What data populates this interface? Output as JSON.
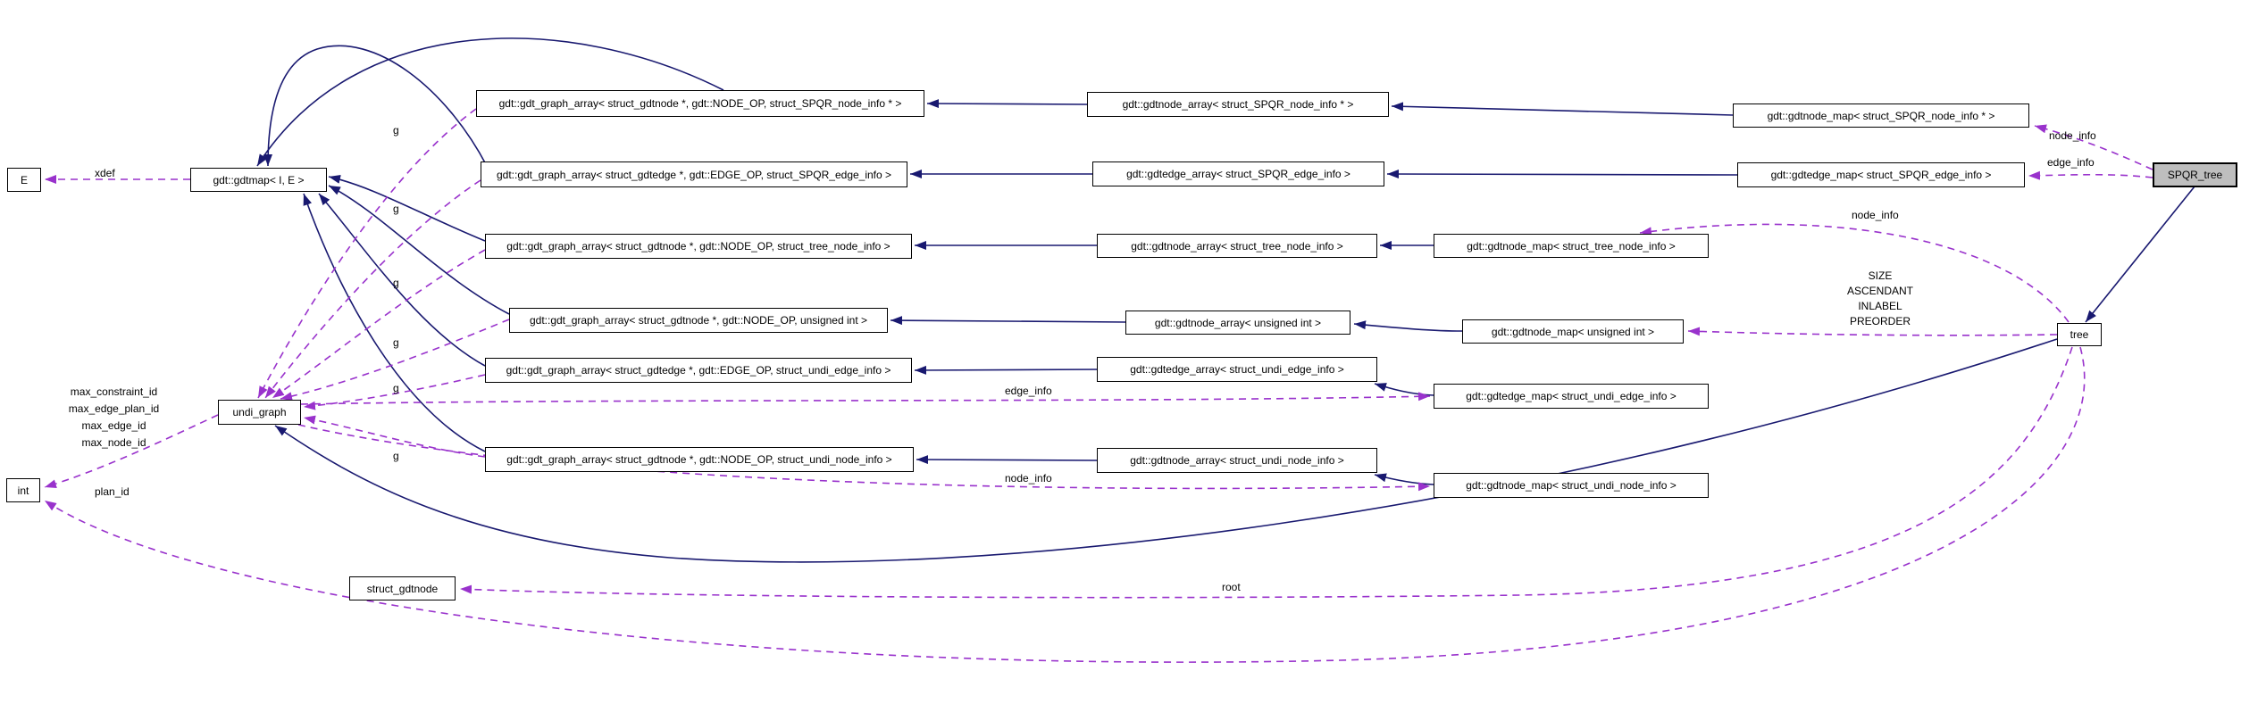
{
  "colors": {
    "background": "#ffffff",
    "solid_edge": "#191970",
    "dashed_edge": "#9932cc",
    "node_border": "#000000",
    "node_fill": "#ffffff",
    "highlight_node_fill": "#bebebe"
  },
  "nodes": [
    {
      "id": "e",
      "label": "E"
    },
    {
      "id": "gdtmap",
      "label": "gdt::gdtmap< I, E >"
    },
    {
      "id": "ga_spqr_node",
      "label": "gdt::gdt_graph_array< struct_gdtnode *, gdt::NODE_OP, struct_SPQR_node_info * >"
    },
    {
      "id": "ga_spqr_edge",
      "label": "gdt::gdt_graph_array< struct_gdtedge *, gdt::EDGE_OP, struct_SPQR_edge_info >"
    },
    {
      "id": "ga_tree_node",
      "label": "gdt::gdt_graph_array< struct_gdtnode *, gdt::NODE_OP, struct_tree_node_info >"
    },
    {
      "id": "ga_unsigned_int",
      "label": "gdt::gdt_graph_array< struct_gdtnode *, gdt::NODE_OP, unsigned int >"
    },
    {
      "id": "ga_undi_edge",
      "label": "gdt::gdt_graph_array< struct_gdtedge *, gdt::EDGE_OP, struct_undi_edge_info >"
    },
    {
      "id": "ga_undi_node",
      "label": "gdt::gdt_graph_array< struct_gdtnode *, gdt::NODE_OP, struct_undi_node_info >"
    },
    {
      "id": "na_spqr",
      "label": "gdt::gdtnode_array< struct_SPQR_node_info * >"
    },
    {
      "id": "ea_spqr",
      "label": "gdt::gdtedge_array< struct_SPQR_edge_info >"
    },
    {
      "id": "na_tree",
      "label": "gdt::gdtnode_array< struct_tree_node_info >"
    },
    {
      "id": "na_uint",
      "label": "gdt::gdtnode_array< unsigned int >"
    },
    {
      "id": "ea_undi",
      "label": "gdt::gdtedge_array< struct_undi_edge_info >"
    },
    {
      "id": "na_undi",
      "label": "gdt::gdtnode_array< struct_undi_node_info >"
    },
    {
      "id": "nm_spqr",
      "label": "gdt::gdtnode_map< struct_SPQR_node_info * >"
    },
    {
      "id": "em_spqr",
      "label": "gdt::gdtedge_map< struct_SPQR_edge_info >"
    },
    {
      "id": "nm_tree",
      "label": "gdt::gdtnode_map< struct_tree_node_info >"
    },
    {
      "id": "nm_uint",
      "label": "gdt::gdtnode_map< unsigned int >"
    },
    {
      "id": "em_undi",
      "label": "gdt::gdtedge_map< struct_undi_edge_info >"
    },
    {
      "id": "nm_undi",
      "label": "gdt::gdtnode_map< struct_undi_node_info >"
    },
    {
      "id": "spqr_tree",
      "label": "SPQR_tree"
    },
    {
      "id": "tree",
      "label": "tree"
    },
    {
      "id": "undi_graph",
      "label": "undi_graph"
    },
    {
      "id": "int",
      "label": "int"
    },
    {
      "id": "struct_gdtnode",
      "label": "struct_gdtnode"
    }
  ],
  "edge_labels": [
    {
      "id": "xdef",
      "text": "xdef"
    },
    {
      "id": "g1",
      "text": "g"
    },
    {
      "id": "g2",
      "text": "g"
    },
    {
      "id": "g3",
      "text": "g"
    },
    {
      "id": "g4",
      "text": "g"
    },
    {
      "id": "g5",
      "text": "g"
    },
    {
      "id": "g6",
      "text": "g"
    },
    {
      "id": "spqr_node_info",
      "text": "node_info"
    },
    {
      "id": "spqr_edge_info",
      "text": "edge_info"
    },
    {
      "id": "tree_node_info",
      "text": "node_info"
    },
    {
      "id": "tree_uint_members",
      "text": "SIZE\nASCENDANT\nINLABEL\nPREORDER"
    },
    {
      "id": "undi_edge_info",
      "text": "edge_info"
    },
    {
      "id": "undi_node_info",
      "text": "node_info"
    },
    {
      "id": "undi_int_members",
      "text": "max_constraint_id\nmax_edge_plan_id\nmax_edge_id\nmax_node_id"
    },
    {
      "id": "plan_id",
      "text": "plan_id"
    },
    {
      "id": "root",
      "text": "root"
    }
  ]
}
